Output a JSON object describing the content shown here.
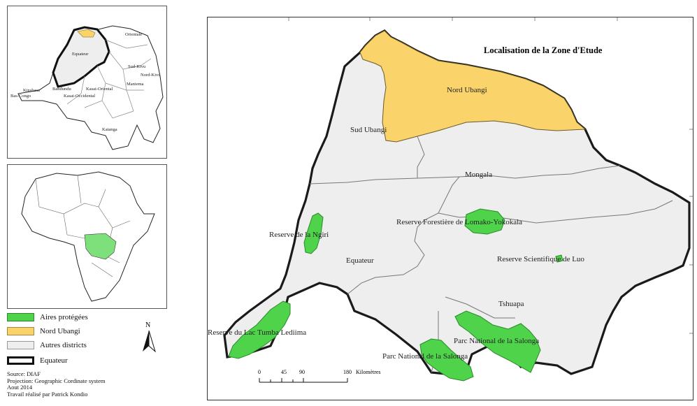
{
  "title": "Localisation de la Zone d'Etude",
  "regions": {
    "nord_ubangi": "Nord Ubangi",
    "sud_ubangi": "Sud Ubangi",
    "mongala": "Mongala",
    "equateur": "Equateur",
    "tshuapa": "Tshuapa"
  },
  "protected_areas": {
    "lomako": "Reserve Forestière de Lomako-Yokokala",
    "ngiri": "Reserve de la Ngiri",
    "luo": "Reserve Scientifique de Luo",
    "tumba": "Reserve du Lac Tumba Lediima",
    "salonga_north": "Parc National de la Salonga",
    "salonga_south": "Parc National de la Salonga"
  },
  "scale_bar": {
    "ticks": [
      "0",
      "45",
      "90",
      "180"
    ],
    "unit": "Kilomètres"
  },
  "drc_inset_labels": {
    "equateur": "Equateur",
    "orientale": "Orientale",
    "nord_kivu": "Nord-Kivu",
    "sud_kivu": "Sud-Kivu",
    "maniema": "Maniema",
    "bandundu": "Bandundu",
    "kasai_oriental": "Kasai-Oriental",
    "kasai_occidental": "Kasai-Occidental",
    "bas_congo": "Bas-Congo",
    "kinshasa": "Kinshasa",
    "katanga": "Katanga"
  },
  "legend": {
    "items": [
      {
        "label": "Aires protégées",
        "fill": "#4fd34a",
        "border": "#2a8a2a"
      },
      {
        "label": "Nord Ubangi",
        "fill": "#fad46a",
        "border": "#a08a40"
      },
      {
        "label": "Autres districts",
        "fill": "#eeeeee",
        "border": "#999999"
      },
      {
        "label": "Equateur",
        "fill": "#ffffff",
        "border": "#111111"
      }
    ],
    "north_label": "N"
  },
  "source_lines": [
    "Source: DIAF",
    "Projection: Geographic Cordinate system",
    "Aout 2014",
    "Travail réalisé par Patrick Kondio"
  ],
  "colors": {
    "protected": "#4fd34a",
    "nord_ubangi": "#fad46a",
    "districts": "#eeeeee",
    "outline": "#1a1a1a",
    "inner_border": "#777777",
    "africa_highlight": "#7ee07a"
  }
}
